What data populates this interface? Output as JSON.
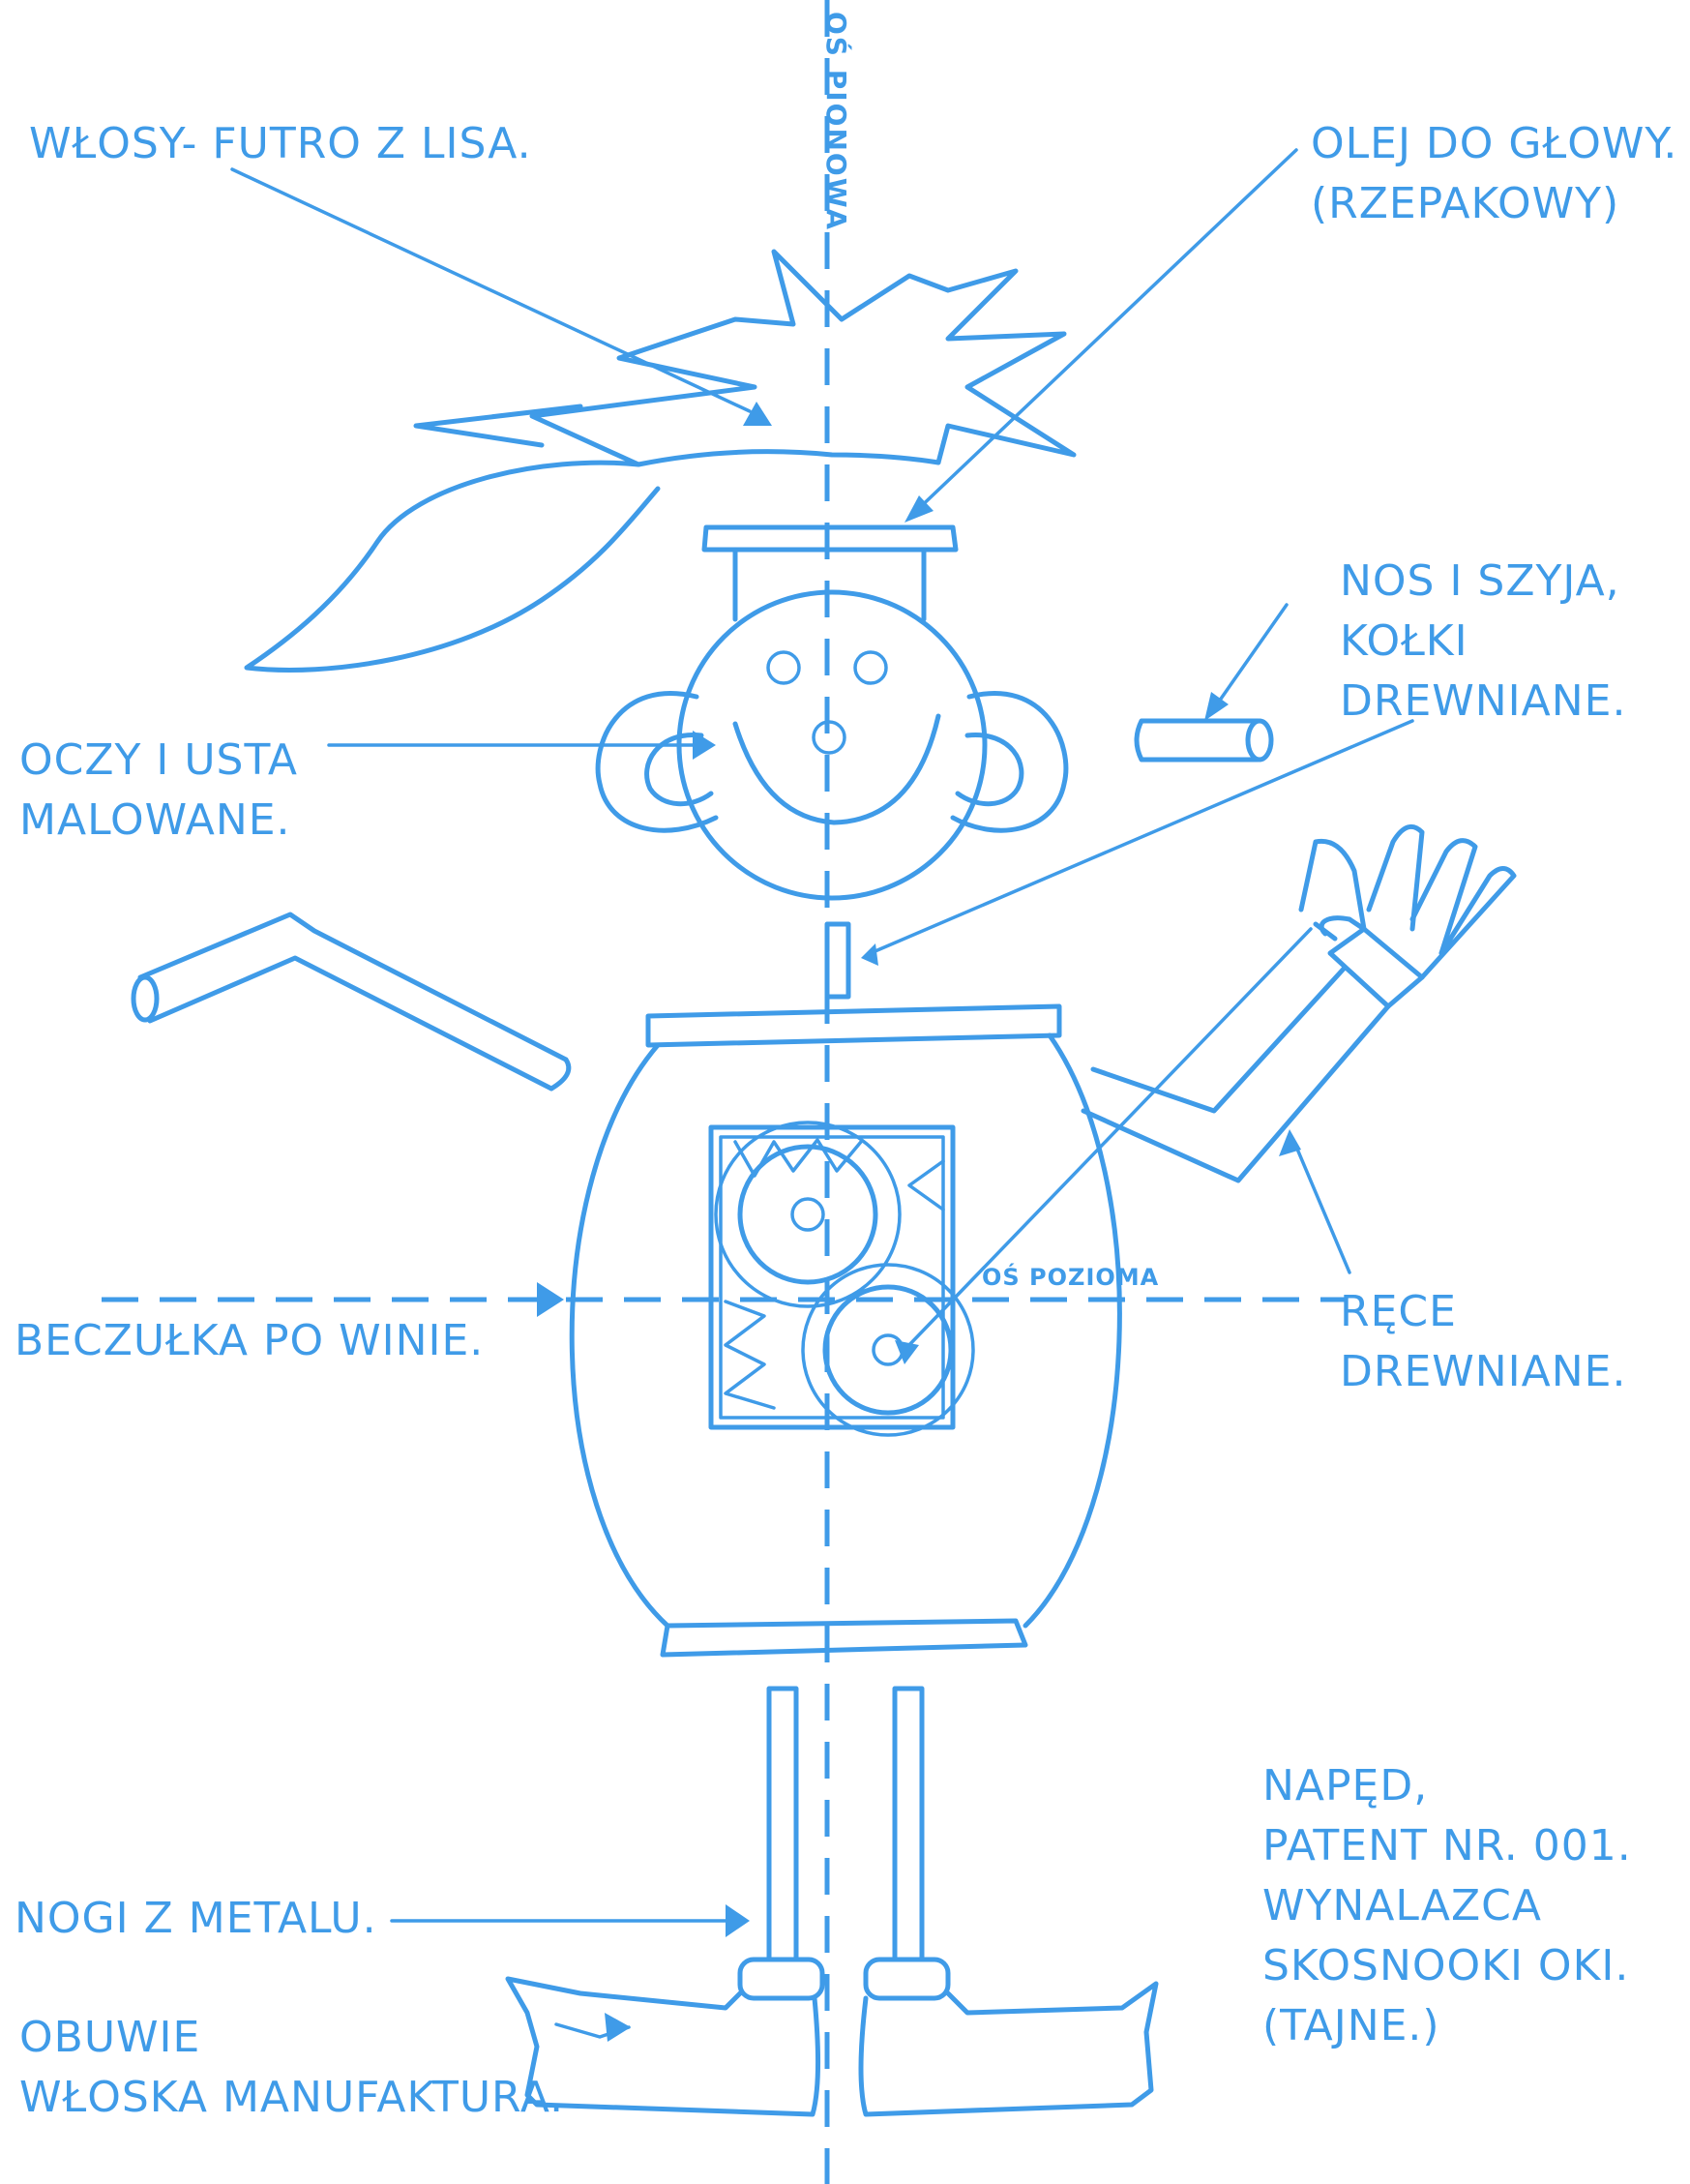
{
  "labels": {
    "hair": "WŁOSY- FUTRO Z LISA.",
    "oil": "OLEJ DO GŁOWY.\n(RZEPAKOWY)",
    "nose_neck": "NOS I SZYJA,\nKOŁKI\nDREWNIANE.",
    "eyes_mouth": "OCZY I USTA\nMALOWANE.",
    "barrel": "BECZUŁKA PO WINIE.",
    "hands": "RĘCE\nDREWNIANE.",
    "legs": "NOGI Z METALU.",
    "drive": "NAPĘD,\nPATENT NR. 001.\nWYNALAZCA\nSKOSNOOKI OKI.\n(TAJNE.)",
    "shoes": "OBUWIE\nWŁOSKA MANUFAKTURA.",
    "vertical_axis": "OŚ PIONOWA",
    "horizontal_axis": "OŚ POZIOMA"
  },
  "colors": {
    "ink": "#3f9be8",
    "background": "#ffffff"
  }
}
